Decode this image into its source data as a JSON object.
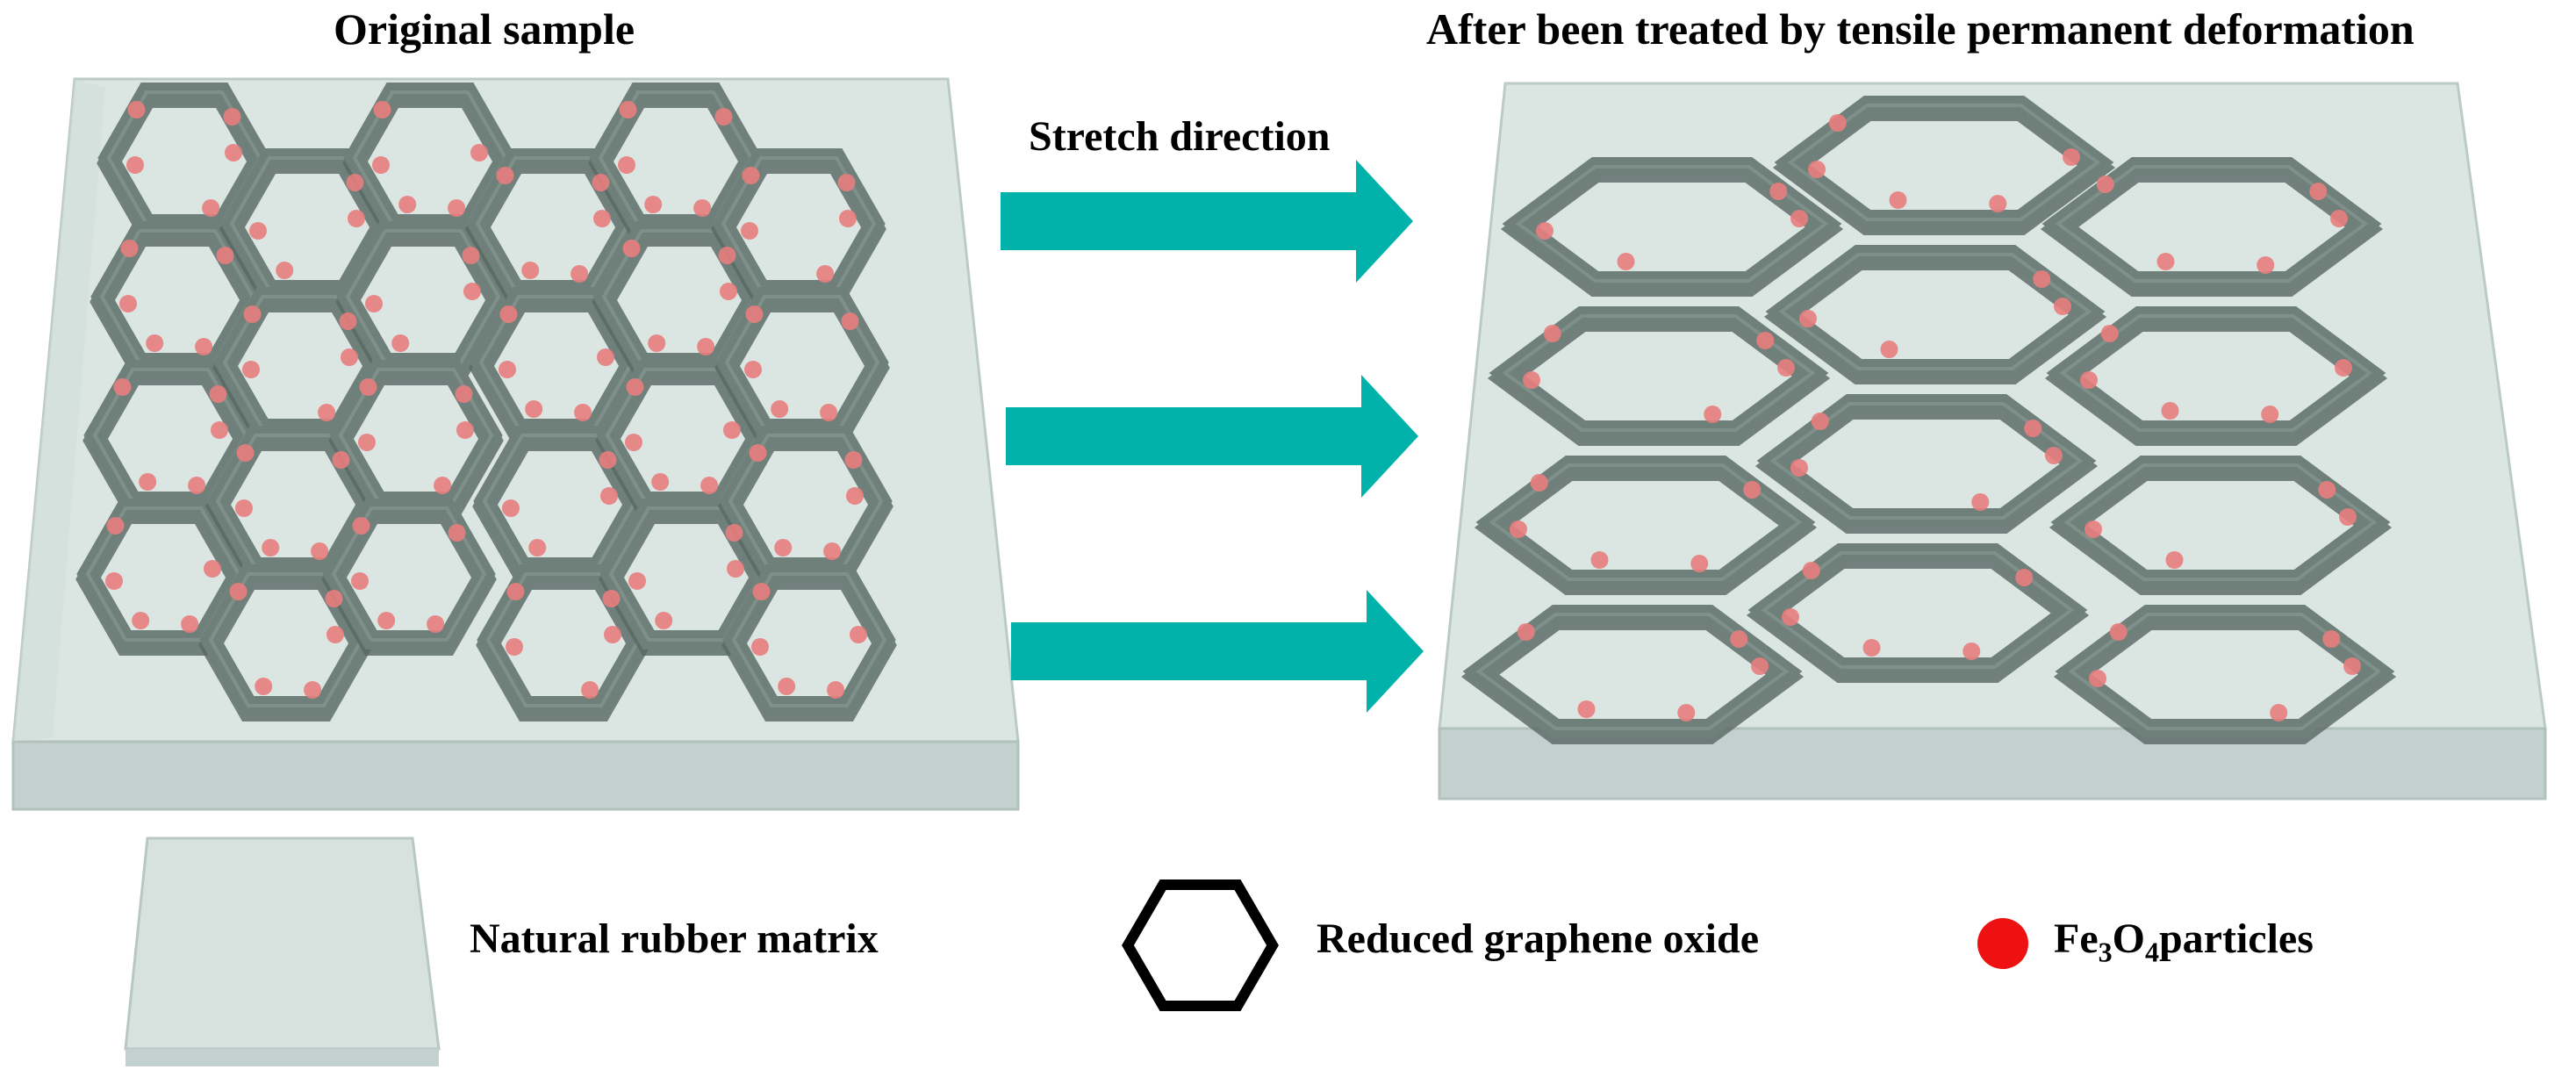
{
  "titles": {
    "original": "Original sample",
    "treated": "After been treated by  tensile permanent deformation"
  },
  "stretch": {
    "label": "Stretch direction",
    "arrow_count": 3
  },
  "legend": {
    "matrix": "Natural rubber matrix",
    "graphene": "Reduced graphene oxide",
    "fe_prefix": "Fe",
    "fe_sub1": "3",
    "fe_mid": "O",
    "fe_sub2": "4",
    "fe_suffix": "particles"
  },
  "colors": {
    "matrix_fill": "#cfdcd9",
    "matrix_edge": "#b3c2be",
    "graphene_wall": "#6f807b",
    "graphene_wall_dark": "#586763",
    "particle": "#e87d7d",
    "arrow": "#00b2a9",
    "legend_particle": "#ee1111"
  }
}
